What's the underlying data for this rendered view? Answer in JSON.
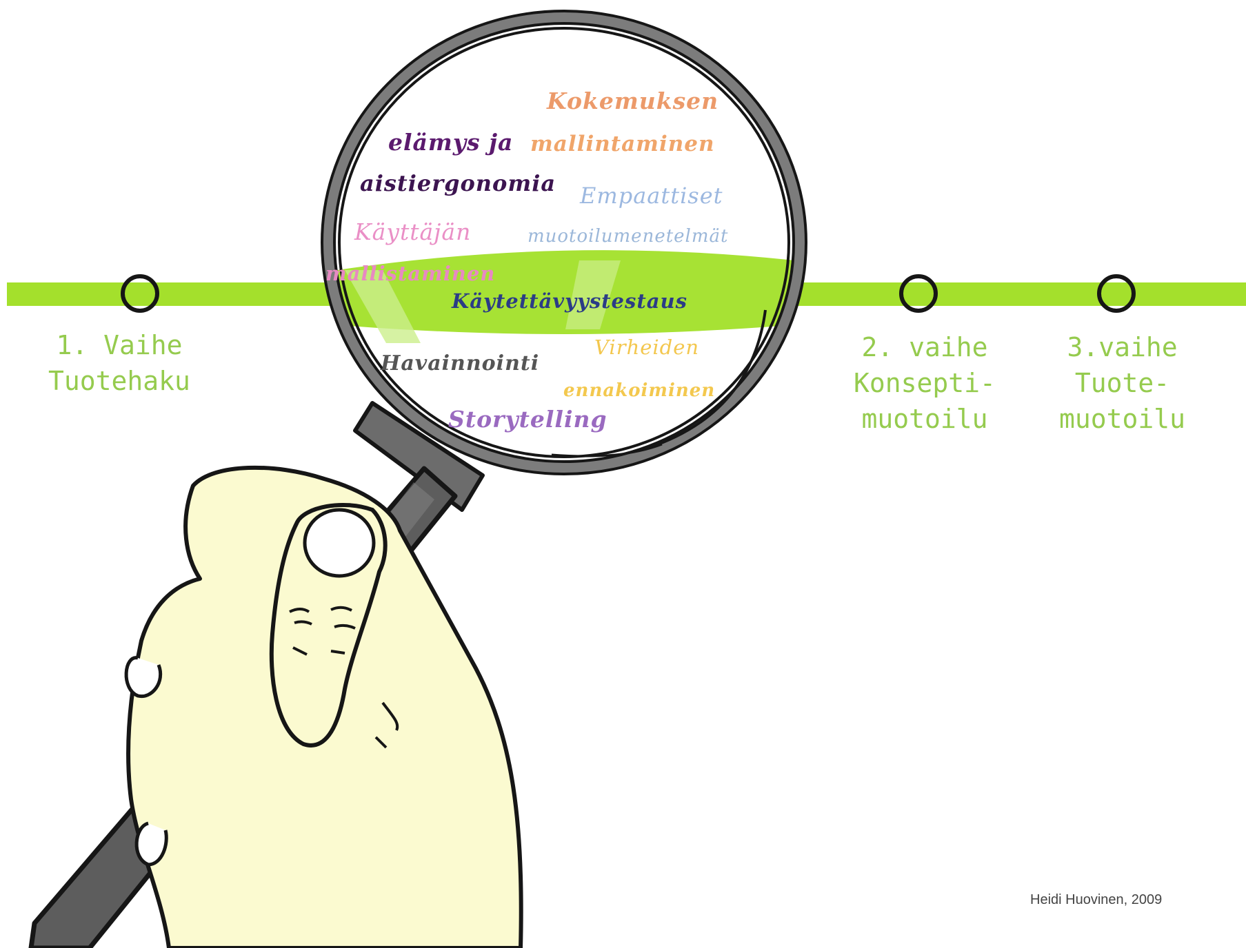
{
  "colors": {
    "timeline": "#a4e02c",
    "stage_text": "#95cb4e",
    "outline": "#161616",
    "hand_fill": "#fbfad0",
    "lens_rim": "#7a7a7a",
    "handle": "#5a5a5a"
  },
  "stages": [
    {
      "lines": [
        "1. Vaihe",
        "Tuotehaku"
      ]
    },
    {
      "lines": [
        "2. vaihe",
        "Konsepti-",
        "muotoilu"
      ]
    },
    {
      "lines": [
        "3.vaihe",
        "Tuote-",
        "muotoilu"
      ]
    }
  ],
  "lens_words": [
    {
      "text": "Kokemuksen",
      "color": "#ec9a6a"
    },
    {
      "text": "elämys ja",
      "color": "#5b1a6e"
    },
    {
      "text": "mallintaminen",
      "color": "#f0a56a"
    },
    {
      "text": "aistiergonomia",
      "color": "#3c1450"
    },
    {
      "text": "Empaattiset",
      "color": "#9cb8e0"
    },
    {
      "text": "Käyttäjän",
      "color": "#ea8fc6"
    },
    {
      "text": "muotoilumenetelmät",
      "color": "#9bb7d9"
    },
    {
      "text": "mallistaminen",
      "color": "#e889c2"
    },
    {
      "text": "Käytettävyystestaus",
      "color": "#2b3c86"
    },
    {
      "text": "Virheiden",
      "color": "#f3c74e"
    },
    {
      "text": "Havainnointi",
      "color": "#555555"
    },
    {
      "text": "ennakoiminen",
      "color": "#f3c84e"
    },
    {
      "text": "Storytelling",
      "color": "#9a6ac0"
    }
  ],
  "illustration": {
    "icons": [
      "magnifying-glass-icon",
      "hand-icon",
      "timeline-milestone-icon"
    ]
  },
  "credit": "Heidi Huovinen, 2009"
}
